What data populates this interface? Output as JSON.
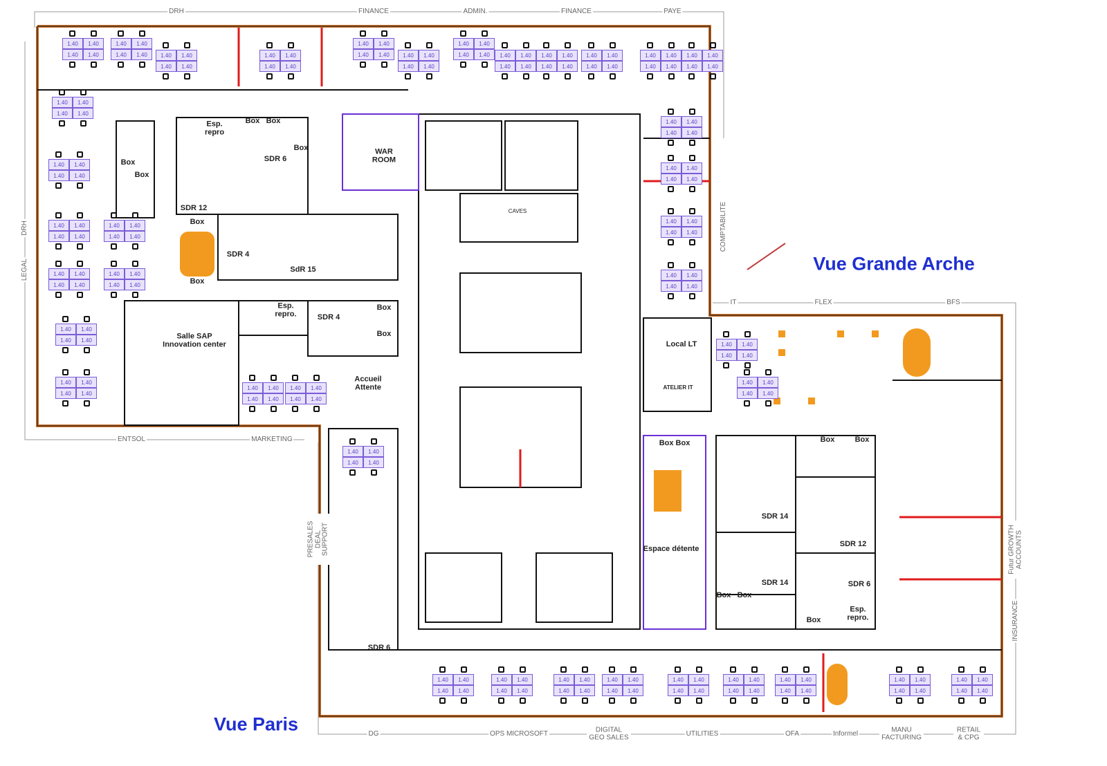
{
  "colors": {
    "wall": "#111111",
    "facade": "#c8702a",
    "accent_blue": "#1f2fd0",
    "desk": "#7b5cd6",
    "red": "#e01b1b",
    "orange": "#f29a1f"
  },
  "desk_label": "1.40",
  "views": {
    "grande_arche": "Vue Grande Arche",
    "paris": "Vue Paris"
  },
  "top_zones": [
    "DRH",
    "FINANCE",
    "ADMIN.",
    "FINANCE",
    "PAYE"
  ],
  "left_zones": [
    "DRH",
    "LEGAL"
  ],
  "left_bottom_zones": [
    "ENTSOL",
    "MARKETING"
  ],
  "right_upper_zone": "COMPTABILITE",
  "right_top_zones": [
    "IT",
    "FLEX",
    "BFS"
  ],
  "right_side_zones": [
    "Futur GROWTH ACCOUNTS",
    "INSURANCE"
  ],
  "presales_zone": "PRESALES DEAL SUPPORT",
  "bottom_zones": [
    "DG",
    "OPS MICROSOFT",
    "DIGITAL GEO SALES",
    "UTILITIES",
    "OFA",
    "Informel",
    "MANU FACTURING",
    "RETAIL & CPG"
  ],
  "rooms": [
    "Box",
    "Box",
    "Esp. repro",
    "Box",
    "Box",
    "Box",
    "SDR 6",
    "WAR ROOM",
    "SDR 12",
    "Box",
    "SDR 4",
    "SdR 15",
    "Box",
    "Salle SAP Innovation center",
    "Esp. repro.",
    "SDR 4",
    "Box",
    "Box",
    "Accueil Attente",
    "Local LT",
    "ATELIER IT",
    "Box Box",
    "Box",
    "Box",
    "SDR 14",
    "SDR 12",
    "Espace détente",
    "SDR 14",
    "SDR 6",
    "Box",
    "Box",
    "Box",
    "Esp. repro.",
    "SDR 6",
    "CAVES"
  ]
}
